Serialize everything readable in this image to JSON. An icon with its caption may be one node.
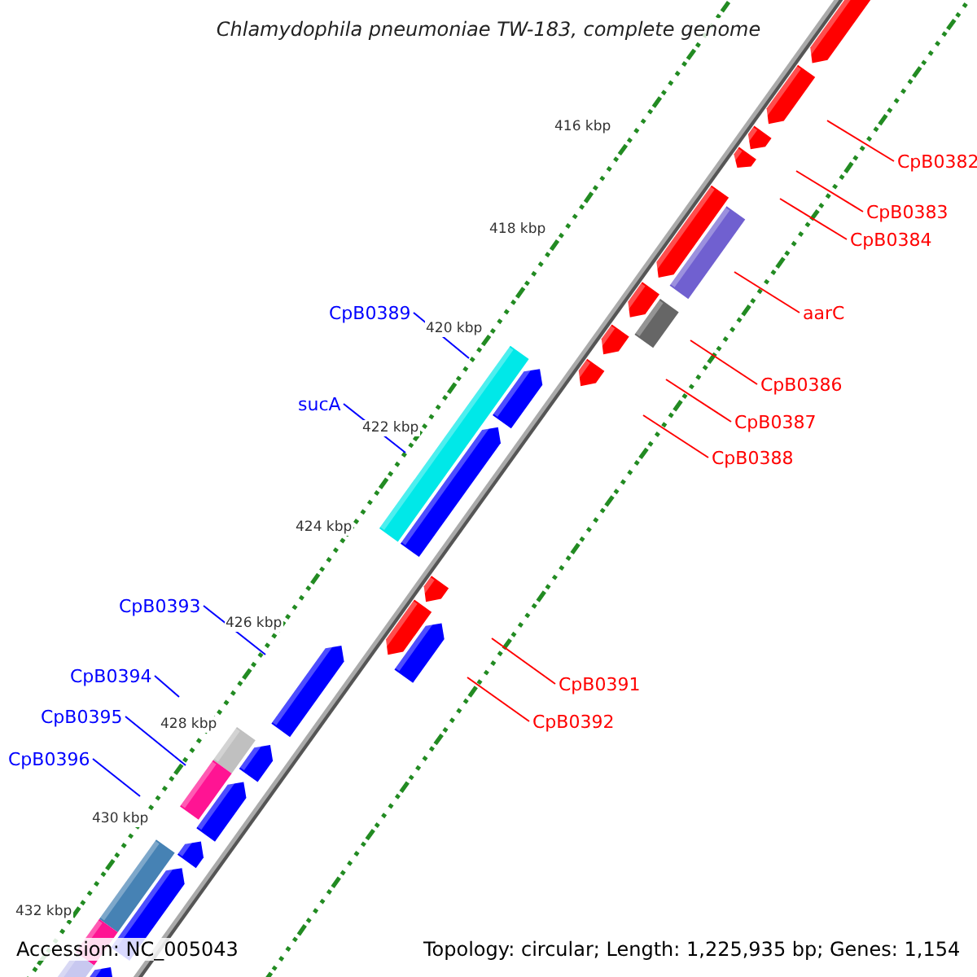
{
  "diagram": {
    "title": "Chlamydophila pneumoniae TW-183, complete genome",
    "nodes": [
      {
        "text": [
          "CpB0382"
        ]
      },
      {
        "text": [
          "CpB0383"
        ]
      },
      {
        "text": [
          "CpB0384"
        ]
      },
      {
        "text": [
          "CpB0389"
        ]
      },
      {
        "text": [
          "aarC"
        ]
      },
      {
        "text": [
          "CpB0386"
        ]
      },
      {
        "text": [
          "sucA"
        ]
      },
      {
        "text": [
          "CpB0387"
        ]
      },
      {
        "text": [
          "CpB0388"
        ]
      },
      {
        "text": [
          "CpB0393"
        ]
      },
      {
        "text": [
          "CpB0394"
        ]
      },
      {
        "text": [
          "CpB0391"
        ]
      },
      {
        "text": [
          "CpB0395"
        ]
      },
      {
        "text": [
          "CpB0392"
        ]
      },
      {
        "text": [
          "CpB0396"
        ]
      }
    ],
    "edges": [
      {
        "from": 0,
        "to": null,
        "arrow": "none"
      },
      {
        "from": 1,
        "to": null,
        "arrow": "none"
      },
      {
        "from": 2,
        "to": null,
        "arrow": "none"
      },
      {
        "from": 3,
        "to": null,
        "arrow": "none",
        "color": "#0000ff"
      },
      {
        "from": 4,
        "to": null,
        "arrow": "none"
      },
      {
        "from": 5,
        "to": null,
        "arrow": "none"
      },
      {
        "from": 6,
        "to": null,
        "arrow": "none",
        "color": "#0000ff"
      },
      {
        "from": 7,
        "to": null,
        "arrow": "none"
      },
      {
        "from": 8,
        "to": null,
        "arrow": "none"
      },
      {
        "from": 9,
        "to": null,
        "arrow": "none",
        "color": "#0000ff"
      },
      {
        "from": 10,
        "to": null,
        "arrow": "none",
        "color": "#0000ff"
      },
      {
        "from": 11,
        "to": null,
        "arrow": "none"
      },
      {
        "from": 12,
        "to": null,
        "arrow": "none",
        "color": "#0000ff"
      },
      {
        "from": 13,
        "to": null,
        "arrow": "none"
      },
      {
        "from": 14,
        "to": null,
        "arrow": "none",
        "color": "#0000ff"
      }
    ],
    "labels": [
      "416 kbp",
      "418 kbp",
      "420 kbp",
      "422 kbp",
      "424 kbp",
      "426 kbp",
      "428 kbp",
      "430 kbp",
      "432 kbp",
      "Accession: NC_005043",
      "Topology: circular; Length: 1,225,935 bp; Genes: 1,154"
    ]
  }
}
